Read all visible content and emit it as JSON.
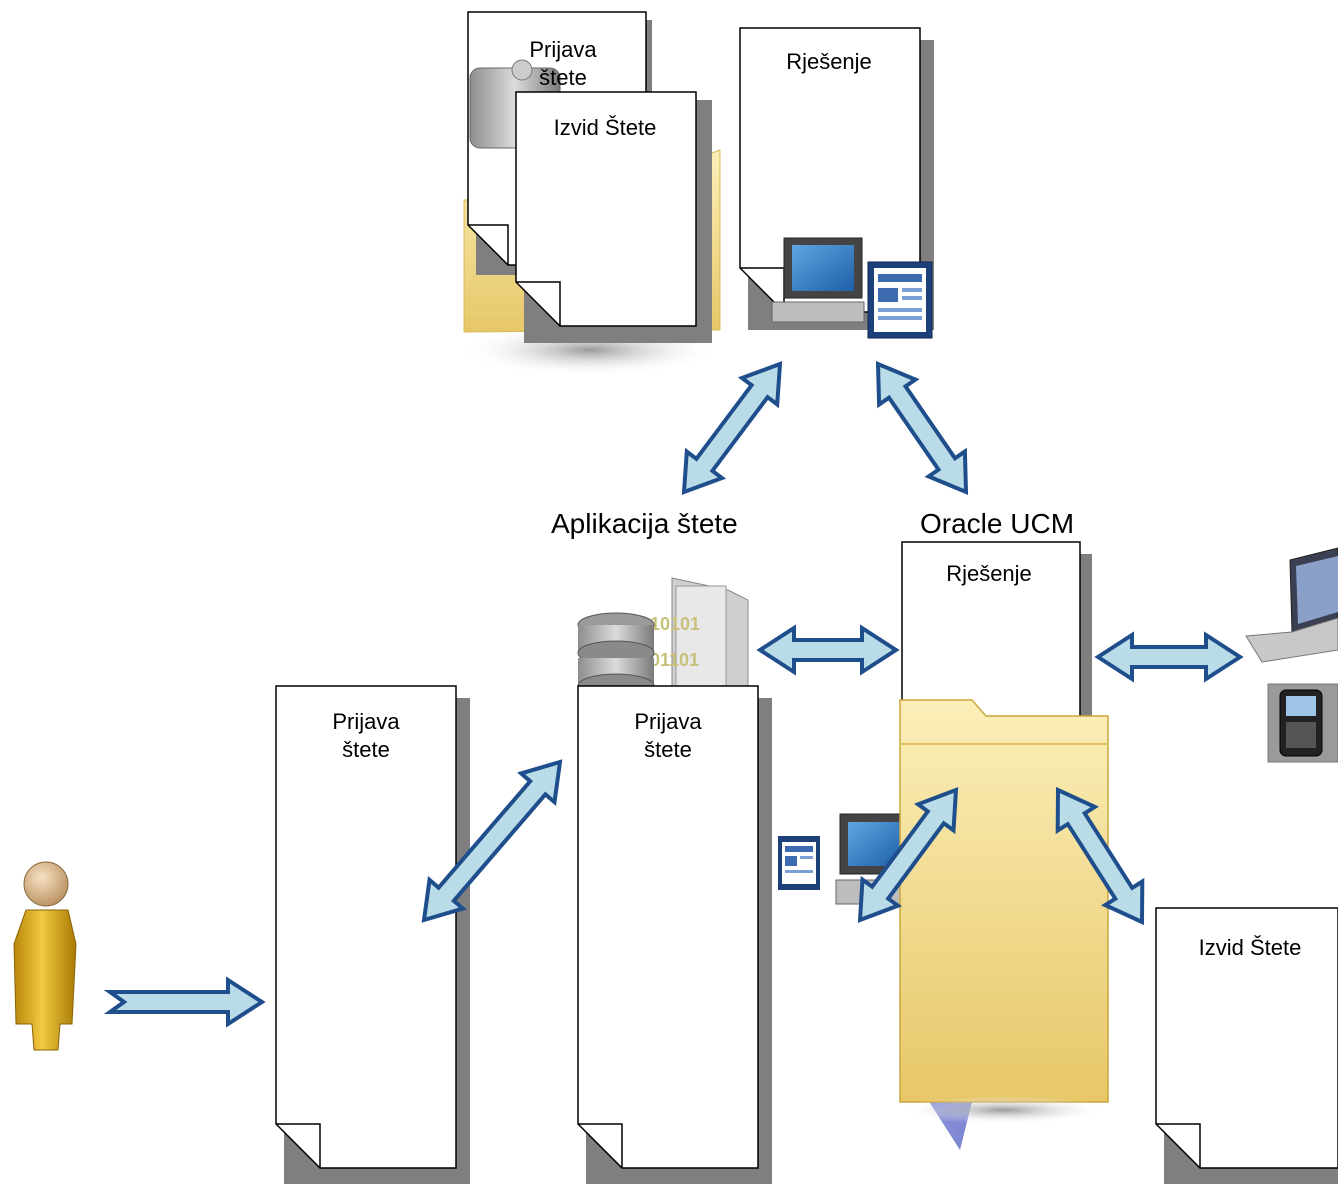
{
  "labels": {
    "app": "Aplikacija štete",
    "ucm": "Oracle UCM"
  },
  "documents": {
    "top_left_back": "Prijava štete",
    "top_left_front": "Izvid Štete",
    "top_right": "Rješenje",
    "center": "Rješenje",
    "bottom_left": "Prijava štete",
    "bottom_mid": "Prijava štete",
    "bottom_right": "Izvid Štete"
  },
  "colors": {
    "arrow_fill": "#b9dce8",
    "arrow_stroke": "#1f4e8c",
    "doc_shadow": "#7f7f7f",
    "folder_yellow": "#f3dd8e",
    "person_gold": "#d4a51a"
  }
}
